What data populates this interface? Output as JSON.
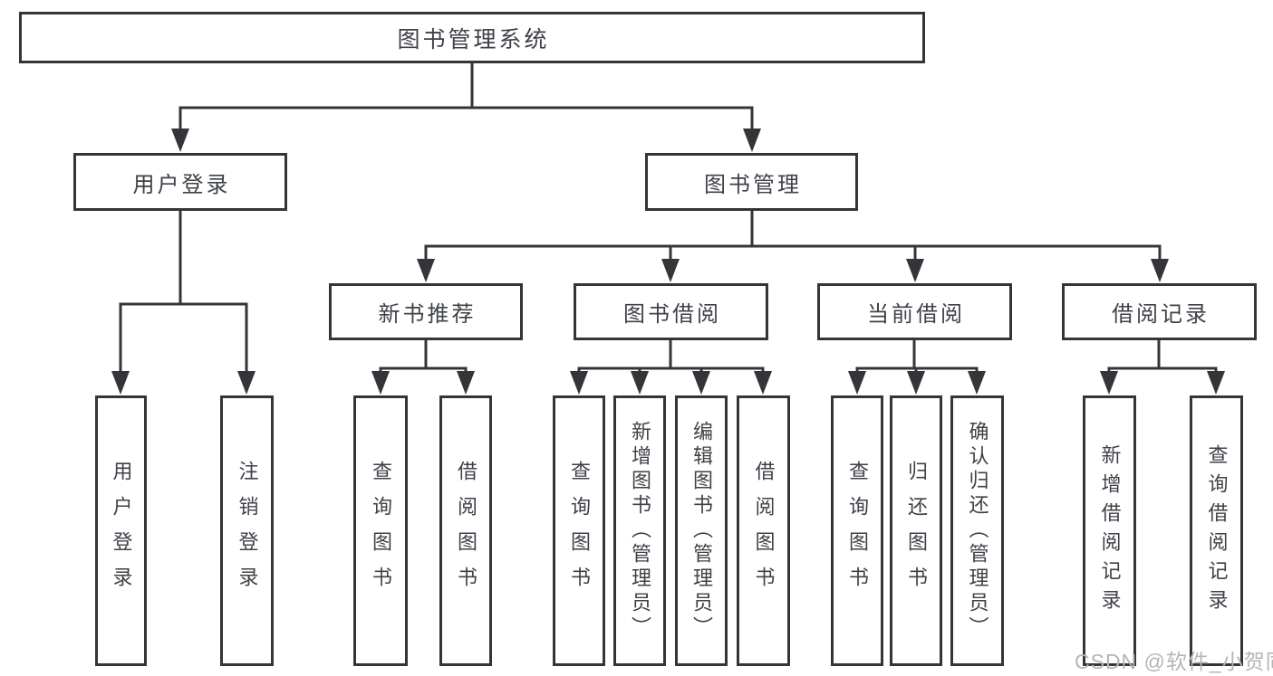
{
  "diagram": {
    "title": "图书管理系统",
    "level2": {
      "user_login": "用户登录",
      "book_management": "图书管理"
    },
    "level3": {
      "new_book_recommend": "新书推荐",
      "book_borrowing": "图书借阅",
      "current_borrowing": "当前借阅",
      "borrowing_records": "借阅记录"
    },
    "leaves": {
      "user_login": "用户登录",
      "logout": "注销登录",
      "nbr_query_books": "查询图书",
      "nbr_borrow_books": "借阅图书",
      "bb_query_books": "查询图书",
      "bb_add_books_admin": "新增图书（管理员）",
      "bb_edit_books_admin": "编辑图书（管理员）",
      "bb_borrow_books": "借阅图书",
      "cb_query_books": "查询图书",
      "cb_return_books": "归还图书",
      "cb_confirm_return_admin": "确认归还（管理员）",
      "br_add_record": "新增借阅记录",
      "br_query_record": "查询借阅记录"
    },
    "watermark": "CSDN @软件_小贺同学",
    "colors": {
      "line": "#333538",
      "text": "#3e4147",
      "watermark": "#b5b5b5",
      "background": "#ffffff"
    }
  }
}
